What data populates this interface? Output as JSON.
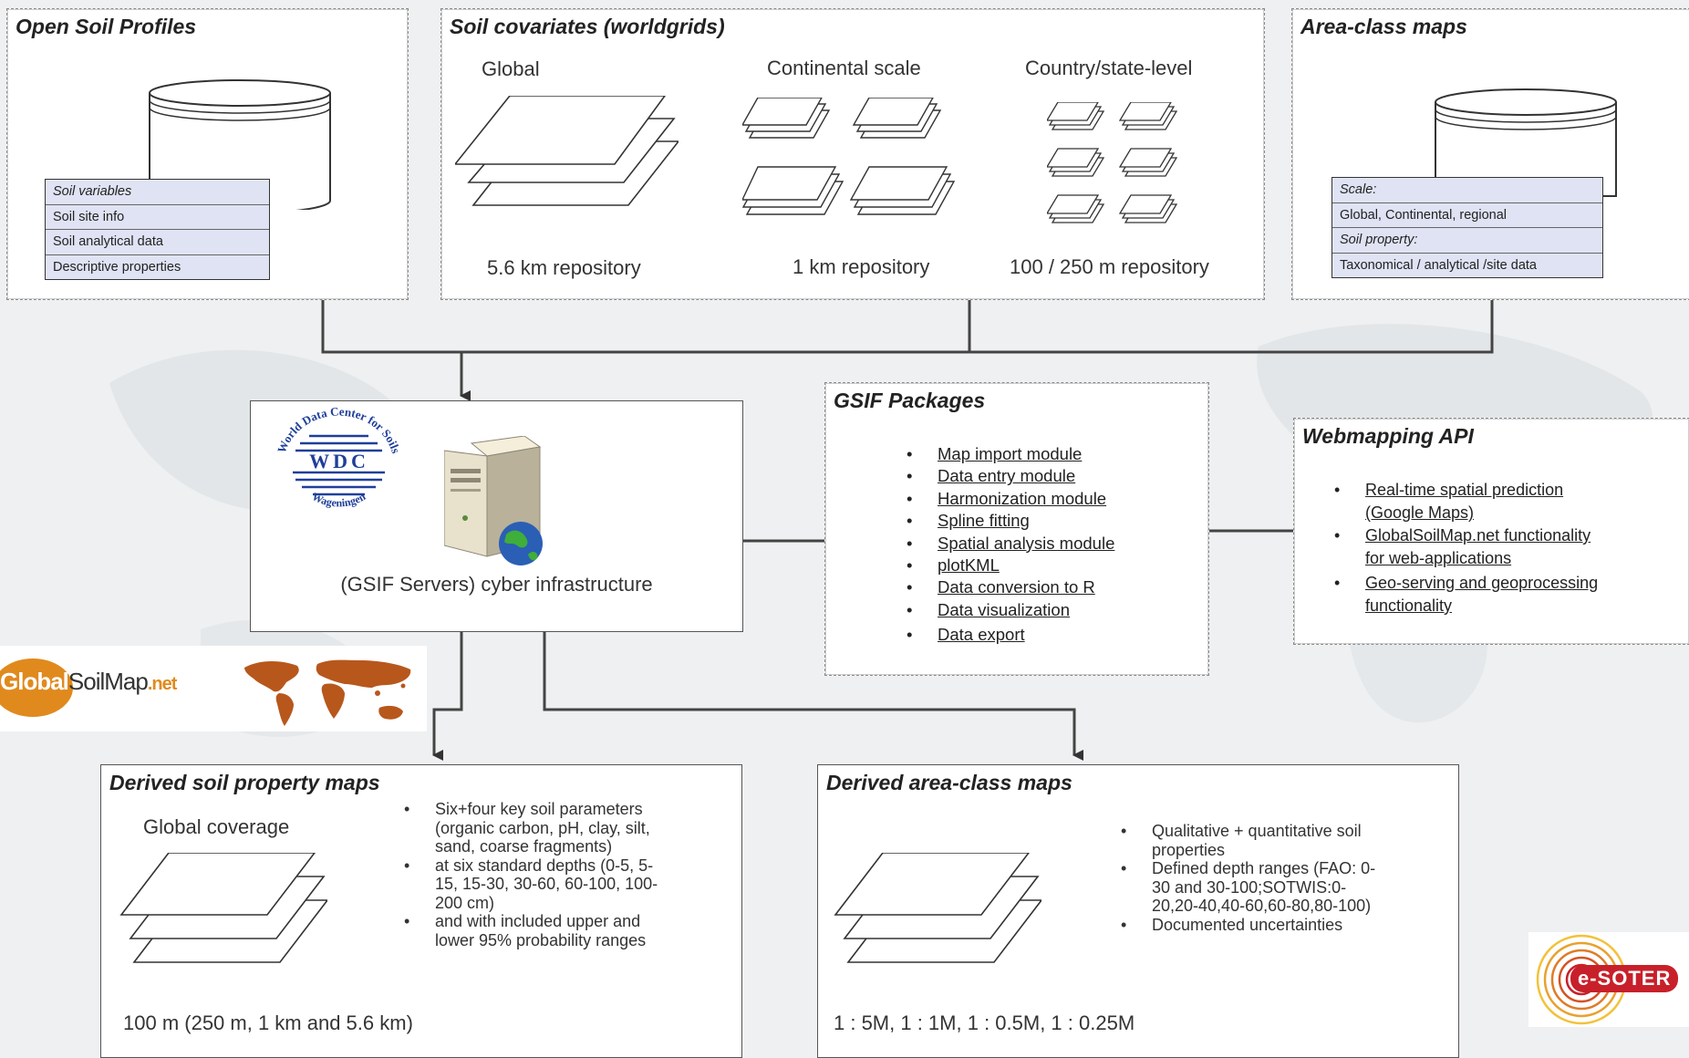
{
  "open_profiles": {
    "title": "Open Soil Profiles",
    "rows": [
      "Soil variables",
      "Soil site info",
      "Soil analytical data",
      "Descriptive properties"
    ]
  },
  "covariates": {
    "title": "Soil covariates (worldgrids)",
    "columns": [
      {
        "heading": "Global",
        "footer": "5.6 km repository"
      },
      {
        "heading": "Continental scale",
        "footer": "1 km repository"
      },
      {
        "heading": "Country/state-level",
        "footer": "100 / 250 m repository"
      }
    ]
  },
  "area_class": {
    "title": "Area-class maps",
    "rows": [
      "Scale:",
      "Global, Continental, regional",
      "Soil property:",
      "Taxonomical / analytical /site data"
    ]
  },
  "servers": {
    "label": "(GSIF Servers) cyber infrastructure",
    "wdc_logo_text": {
      "top": "World Data Center for Soils",
      "center": "WDC",
      "bottom": "Wageningen"
    }
  },
  "packages": {
    "title": "GSIF Packages",
    "items": [
      "Map import module",
      "Data entry module",
      "Harmonization module",
      "Spline fitting",
      "Spatial analysis module",
      "plotKML",
      "Data conversion to R",
      "Data visualization",
      "Data export"
    ]
  },
  "webmapping": {
    "title": "Webmapping API",
    "items": [
      {
        "line1": "Real-time spatial prediction",
        "line2": "(Google Maps)"
      },
      {
        "line1": "GlobalSoilMap.net functionality",
        "line2": "for web-applications"
      },
      {
        "line1": "Geo-serving and geoprocessing",
        "line2": "functionality"
      }
    ]
  },
  "gsm_logo": {
    "part1": "Global",
    "part2": "SoilMap",
    "part3": ".net"
  },
  "derived_property": {
    "title": "Derived soil property maps",
    "coverage": "Global coverage",
    "bullets": [
      [
        "Six+four key soil parameters",
        "(organic carbon, pH, clay, silt,",
        "sand, coarse fragments)"
      ],
      [
        "at six standard depths (0-5, 5-",
        "15, 15-30, 30-60, 60-100, 100-",
        "200 cm)"
      ],
      [
        "and with included upper and",
        "lower 95% probability ranges"
      ]
    ],
    "footer": "100 m (250 m, 1 km and 5.6 km)"
  },
  "derived_area": {
    "title": "Derived area-class maps",
    "bullets": [
      [
        "Qualitative + quantitative soil",
        "properties"
      ],
      [
        "Defined depth ranges (FAO: 0-",
        "30 and 30-100;SOTWIS:0-",
        "20,20-40,40-60,60-80,80-100)"
      ],
      [
        "Documented uncertainties"
      ]
    ],
    "footer": "1 : 5M, 1 : 1M, 1 : 0.5M, 1 : 0.25M"
  },
  "esoter_logo": {
    "text": "e-SOTER"
  },
  "colors": {
    "gsm_orange": "#e08a1e",
    "map_brown": "#b8571c",
    "wdc_blue": "#1f3f9a",
    "table_fill": "#dfe3f3",
    "esoter_red": "#c8202a"
  }
}
